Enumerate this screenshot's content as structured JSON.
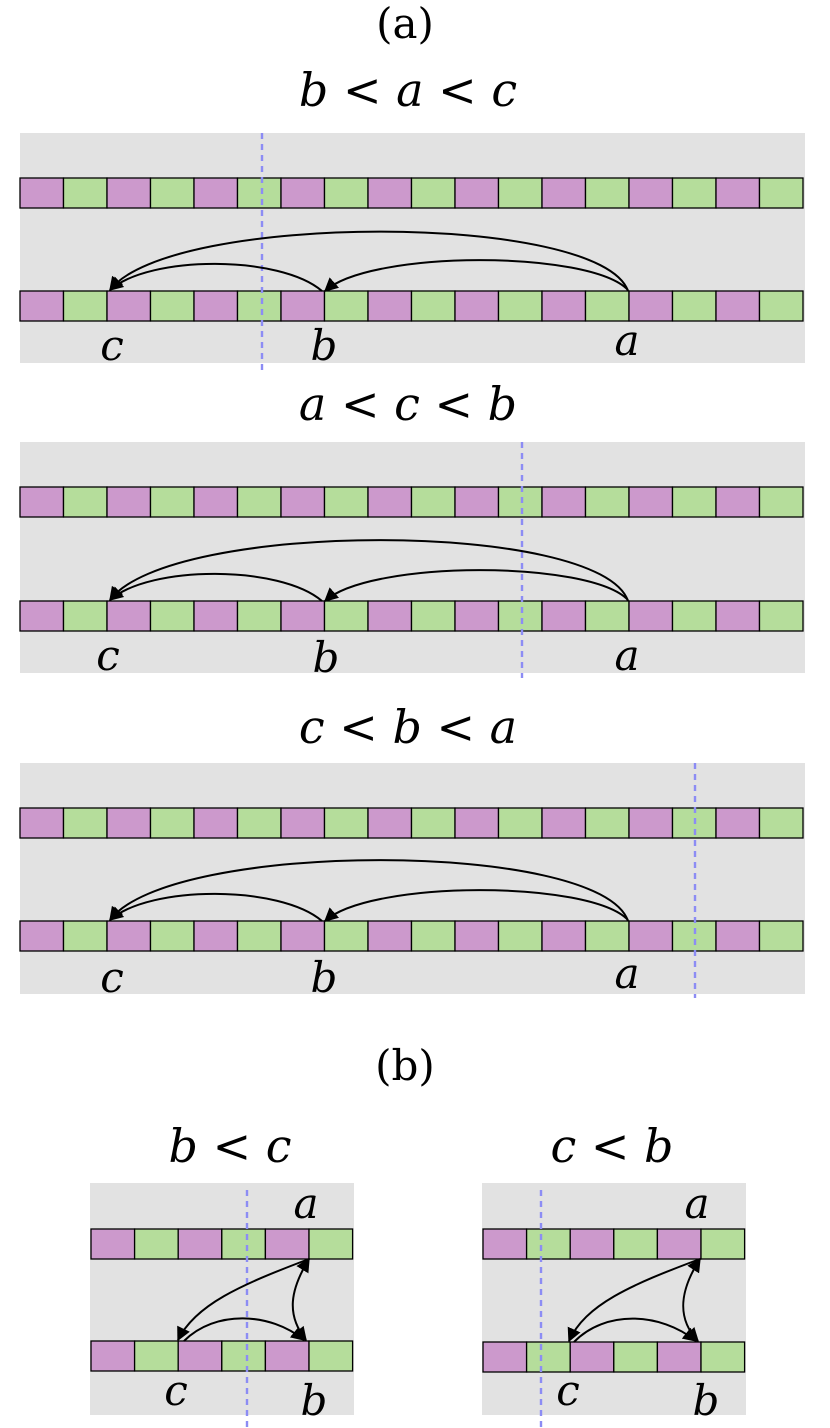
{
  "colors": {
    "purple": "#cc99cc",
    "green": "#b5dd9b",
    "background": "#e2e2e2",
    "divider": "#8c8cf4"
  },
  "part_a": {
    "label": "(a)",
    "panels": [
      {
        "condition": "b < a < c",
        "labels": {
          "c": "c",
          "b": "b",
          "a": "a"
        }
      },
      {
        "condition": "a < c < b",
        "labels": {
          "c": "c",
          "b": "b",
          "a": "a"
        }
      },
      {
        "condition": "c < b < a",
        "labels": {
          "c": "c",
          "b": "b",
          "a": "a"
        }
      }
    ]
  },
  "part_b": {
    "label": "(b)",
    "panels": [
      {
        "condition": "b < c",
        "labels": {
          "a": "a",
          "c": "c",
          "b": "b"
        }
      },
      {
        "condition": "c < b",
        "labels": {
          "a": "a",
          "c": "c",
          "b": "b"
        }
      }
    ]
  }
}
